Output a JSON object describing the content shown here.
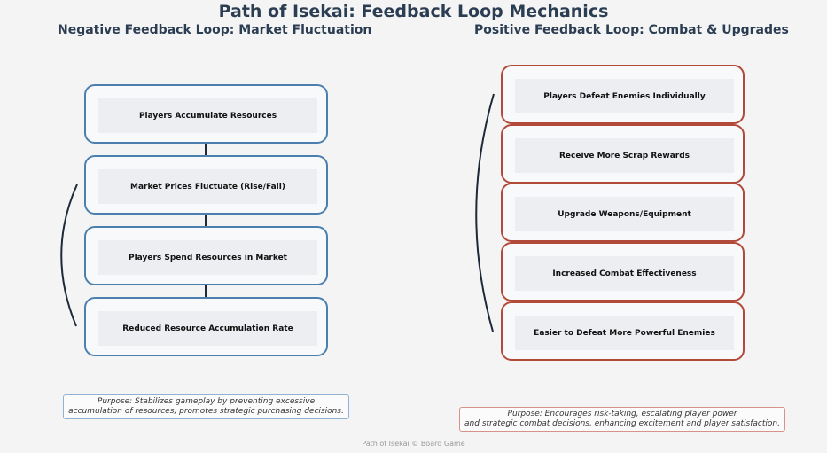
{
  "title": "Path of Isekai: Feedback Loop Mechanics",
  "negative": {
    "subtitle": "Negative Feedback Loop: Market Fluctuation",
    "steps": [
      "Players Accumulate Resources",
      "Market Prices Fluctuate (Rise/Fall)",
      "Players Spend Resources in Market",
      "Reduced Resource Accumulation Rate"
    ],
    "purpose_line1": "Purpose: Stabilizes gameplay by preventing excessive",
    "purpose_line2": "accumulation of resources, promotes strategic purchasing decisions."
  },
  "positive": {
    "subtitle": "Positive Feedback Loop: Combat & Upgrades",
    "steps": [
      "Players Defeat Enemies Individually",
      "Receive More Scrap Rewards",
      "Upgrade Weapons/Equipment",
      "Increased Combat Effectiveness",
      "Easier to Defeat More Powerful Enemies"
    ],
    "purpose_line1": "Purpose: Encourages risk-taking, escalating player power",
    "purpose_line2": "and strategic combat decisions, enhancing excitement and player satisfaction."
  },
  "footer": "Path of Isekai © Board Game",
  "colors": {
    "title": "#2b3d52",
    "negative_border": "#4a7fae",
    "positive_border": "#b24a3a",
    "connector": "#1e2a3a"
  }
}
